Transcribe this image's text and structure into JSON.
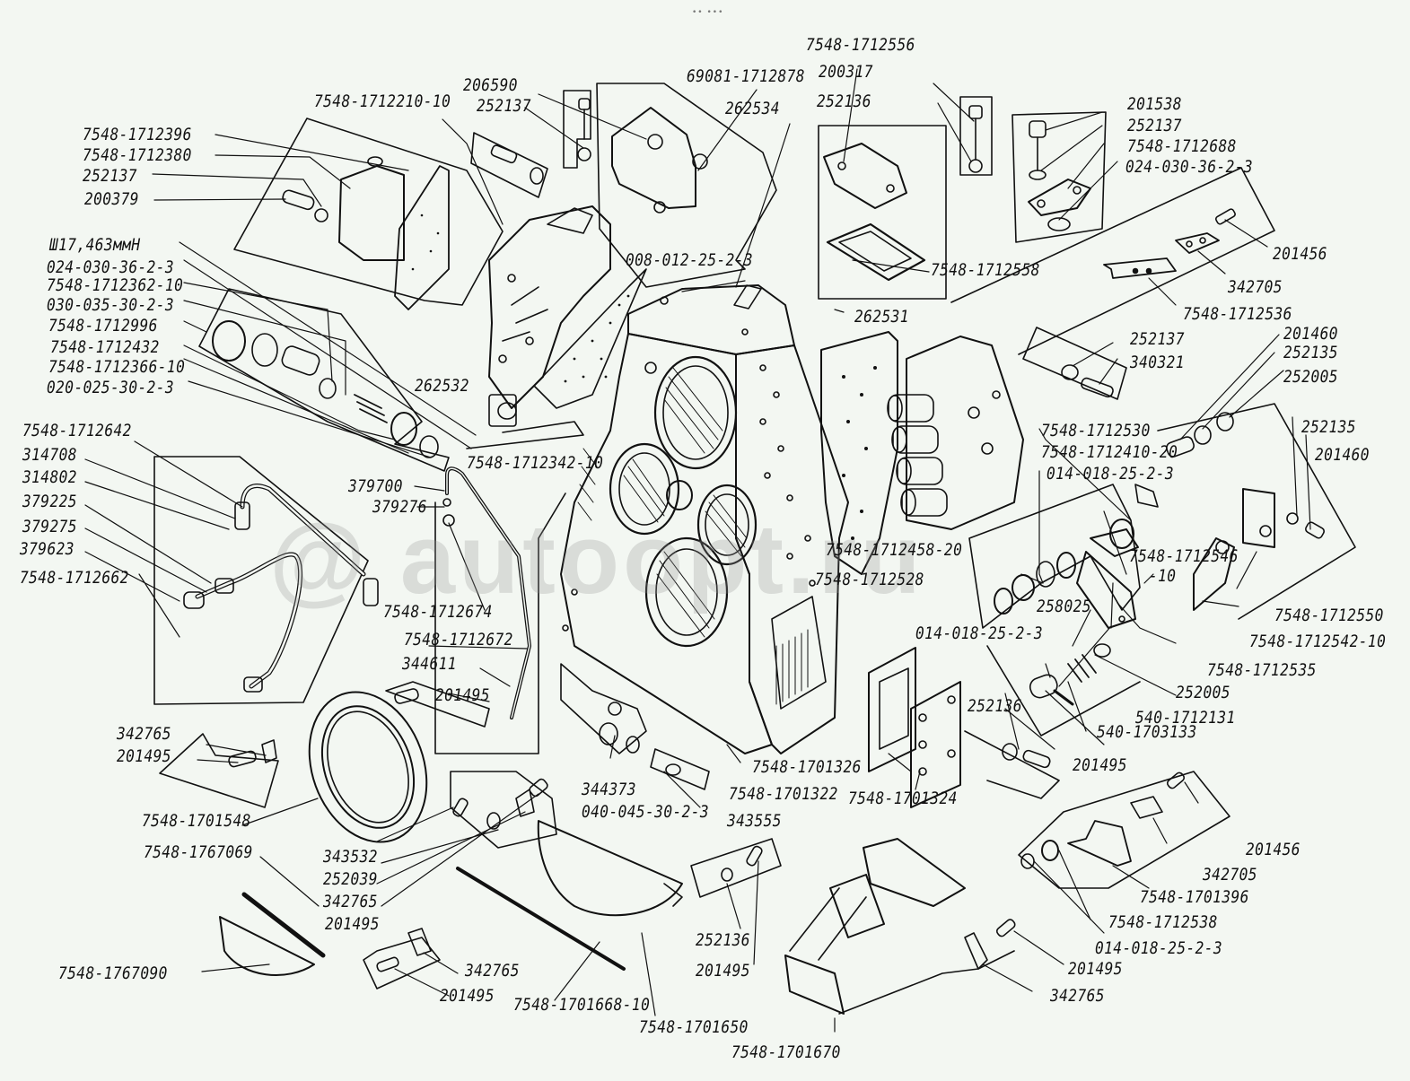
{
  "diagram": {
    "type": "exploded-parts-diagram",
    "subject": "Transmission housing assembly with hydraulic control valves",
    "top_indicator": "•• •••",
    "watermark": "@ autoopt.ru",
    "colors": {
      "background": "#f3f7f2",
      "ink": "#111111",
      "watermark": "#999999"
    },
    "labels": {
      "l001": "7548-1712396",
      "l002": "7548-1712380",
      "l003": "252137",
      "l004": "200379",
      "l005": "7548-1712210-10",
      "l006": "206590",
      "l007": "252137",
      "l008": "69081-1712878",
      "l009": "262534",
      "l010": "7548-1712556",
      "l011": "200317",
      "l012": "252136",
      "l013": "201538",
      "l014": "252137",
      "l015": "7548-1712688",
      "l016": "024-030-36-2-3",
      "l017": "Ш17,463ммН",
      "l018": "024-030-36-2-3",
      "l019": "7548-1712362-10",
      "l020": "030-035-30-2-3",
      "l021": "7548-1712996",
      "l022": "7548-1712432",
      "l023": "7548-1712366-10",
      "l024": "020-025-30-2-3",
      "l025": "008-012-25-2-3",
      "l026": "7548-1712558",
      "l027": "201456",
      "l028": "342705",
      "l029": "7548-1712536",
      "l030": "262531",
      "l031": "252137",
      "l032": "340321",
      "l033": "201460",
      "l034": "252135",
      "l035": "252005",
      "l036": "262532",
      "l037": "7548-1712642",
      "l038": "314708",
      "l039": "314802",
      "l040": "379225",
      "l041": "379275",
      "l042": "379623",
      "l043": "7548-1712662",
      "l044": "379700",
      "l045": "379276",
      "l046": "7548-1712342-10",
      "l047": "7548-1712674",
      "l048": "7548-1712672",
      "l049": "344611",
      "l050": "201495",
      "l051": "7548-1712530",
      "l052": "7548-1712410-20",
      "l053": "014-018-25-2-3",
      "l054": "252135",
      "l055": "201460",
      "l056": "7548-1712458-20",
      "l057": "7548-1712528",
      "l058": "7548-1712546",
      "l059": "-10",
      "l060": "7548-1712550",
      "l061": "7548-1712542-10",
      "l062": "258025",
      "l063": "014-018-25-2-3",
      "l064": "7548-1712535",
      "l065": "252005",
      "l066": "540-1712131",
      "l067": "540-1703133",
      "l068": "252136",
      "l069": "201495",
      "l070": "342765",
      "l071": "201495",
      "l072": "7548-1701548",
      "l073": "7548-1767069",
      "l074": "343532",
      "l075": "252039",
      "l076": "342765",
      "l077": "201495",
      "l078": "344373",
      "l079": "040-045-30-2-3",
      "l080": "343555",
      "l081": "7548-1701326",
      "l082": "7548-1701322",
      "l083": "7548-1701324",
      "l084": "201456",
      "l085": "342705",
      "l086": "7548-1701396",
      "l087": "7548-1712538",
      "l088": "014-018-25-2-3",
      "l089": "7548-1767090",
      "l090": "342765",
      "l091": "201495",
      "l092": "7548-1701668-10",
      "l093": "7548-1701650",
      "l094": "252136",
      "l095": "201495",
      "l096": "7548-1701670",
      "l097": "201495",
      "l098": "342765"
    }
  }
}
